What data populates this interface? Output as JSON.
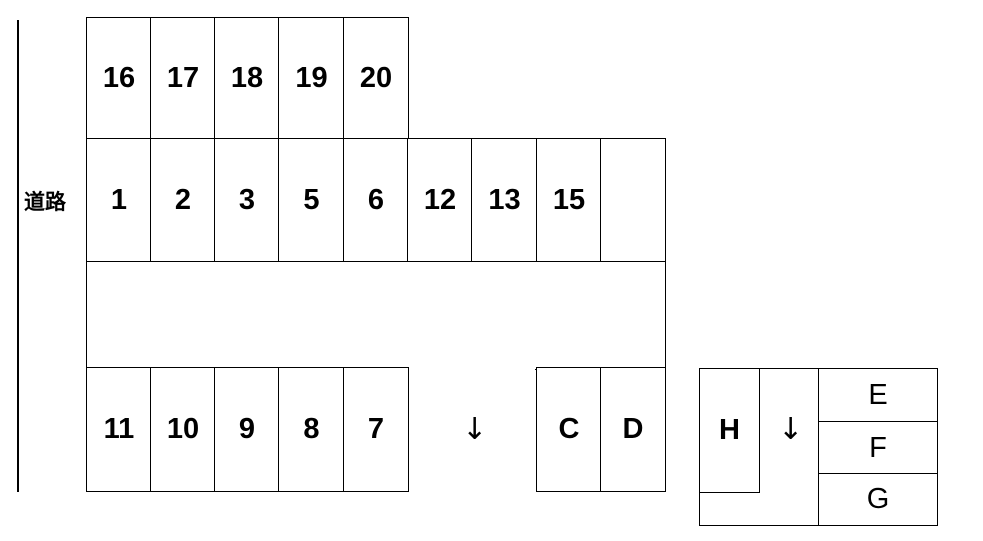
{
  "road_label": "道路",
  "spaces": {
    "s16": "16",
    "s17": "17",
    "s18": "18",
    "s19": "19",
    "s20": "20",
    "s1": "1",
    "s2": "2",
    "s3": "3",
    "s5": "5",
    "s6": "6",
    "s12": "12",
    "s13": "13",
    "s15": "15",
    "s_blank": "",
    "s11": "11",
    "s10": "10",
    "s9": "9",
    "s8": "8",
    "s7": "7",
    "sC": "C",
    "sD": "D",
    "sH": "H",
    "sE": "E",
    "sF": "F",
    "sG": "G"
  },
  "arrows": {
    "a1": "↓",
    "a2": "↓"
  }
}
